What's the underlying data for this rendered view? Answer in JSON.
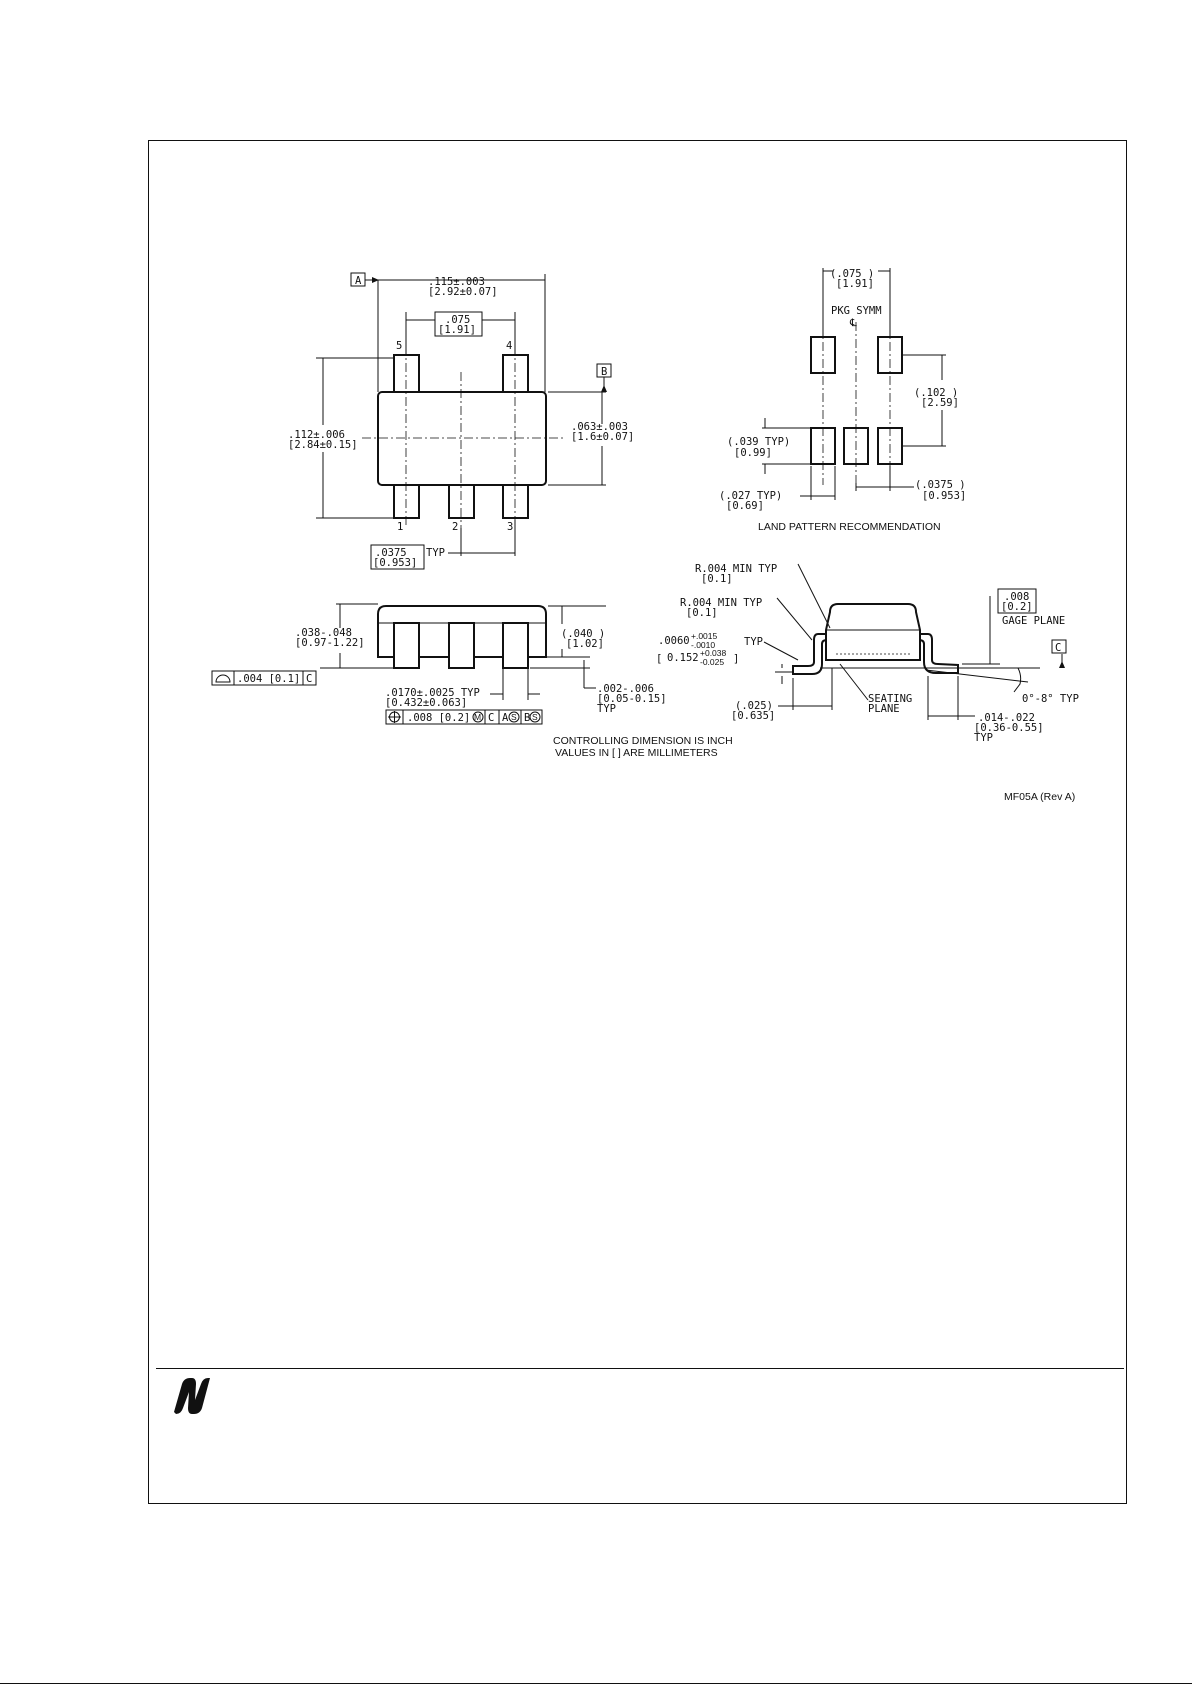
{
  "drawing_code": "MF05A (Rev A)",
  "note": {
    "line1": "CONTROLLING DIMENSION IS INCH",
    "line2": "VALUES IN [ ] ARE MILLIMETERS"
  },
  "land_pattern": {
    "title": "LAND PATTERN RECOMMENDATION",
    "pkg_symm": "PKG SYMM",
    "centerline_symbol": "℄",
    "pitch_in": "(.075   )",
    "pitch_mm": "[1.91]",
    "row_spacing_in": "(.102   )",
    "row_spacing_mm": "[2.59]",
    "pad_len_in": "(.039  TYP)",
    "pad_len_mm": "[0.99]",
    "pad_w_in": "(.027  TYP)",
    "pad_w_mm": "[0.69]",
    "lead_pitch_in": "(.0375   )",
    "lead_pitch_mm": "[0.953]"
  },
  "top_view": {
    "datum_a": "A",
    "datum_b": "B",
    "body_len_in": ".115±.003",
    "body_len_mm": "[2.92±0.07]",
    "pin_pitch_in": ".075",
    "pin_pitch_mm": "[1.91]",
    "overall_w_in": ".112±.006",
    "overall_w_mm": "[2.84±0.15]",
    "body_w_in": ".063±.003",
    "body_w_mm": "[1.6±0.07]",
    "lead_pitch_in": ".0375",
    "lead_pitch_mm": "[0.953]",
    "typ": "TYP",
    "pins": [
      "1",
      "2",
      "3",
      "4",
      "5"
    ]
  },
  "front_view": {
    "height_in": ".038-.048",
    "height_mm": "[0.97-1.22]",
    "body_h_in": "(.040   )",
    "body_h_mm": "[1.02]",
    "lead_w_in": ".0170±.0025  TYP",
    "lead_w_mm": "[0.432±0.063]",
    "standoff_in": ".002-.006",
    "standoff_mm": "[0.05-0.15]",
    "typ": "TYP",
    "flatness": ".004 [0.1]",
    "flatness_datum": "C",
    "position_tol": ".008 [0.2]",
    "position_mod": "M",
    "position_datums": [
      "C",
      "A",
      "S",
      "B",
      "S"
    ]
  },
  "side_view": {
    "radius1_in": "R.004  MIN TYP",
    "radius1_mm": "[0.1]",
    "radius2_in": "R.004  MIN TYP",
    "radius2_mm": "[0.1]",
    "thickness_in": ".0060",
    "thickness_tol_plus": "+.0015",
    "thickness_tol_minus": "-.0010",
    "thickness_mm": "0.152",
    "thickness_mm_tol_plus": "+0.038",
    "thickness_mm_tol_minus": "-0.025",
    "typ": "TYP",
    "gage_in": ".008",
    "gage_mm": "[0.2]",
    "gage_label": "GAGE PLANE",
    "datum_c": "C",
    "seating_1": "SEATING",
    "seating_2": "PLANE",
    "foot_in": "(.025)",
    "foot_mm": "[0.635]",
    "angle": "0°-8°  TYP",
    "lead_len_in": ".014-.022",
    "lead_len_mm": "[0.36-0.55]",
    "lead_len_typ": "TYP"
  },
  "logo": "national-semiconductor-logo"
}
